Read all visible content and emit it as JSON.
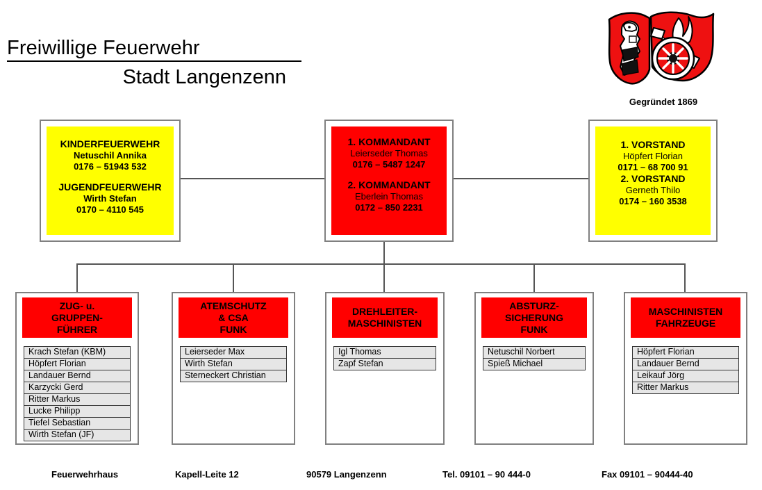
{
  "header": {
    "title_line1": "Freiwillige Feuerwehr",
    "title_line2": "Stadt Langenzenn",
    "crest_caption": "Gegründet 1869",
    "crest_colors": {
      "field": "#ee1111",
      "outline": "#000000",
      "metal": "#ffffff"
    }
  },
  "colors": {
    "yellow": "#ffff00",
    "red": "#ff0000",
    "member_cell": "#e6e6e6",
    "frame": "#808080",
    "line": "#555555"
  },
  "top_boxes": [
    {
      "name": "kinderfeuerwehr-jugendfeuerwehr",
      "fill": "yellow",
      "entries": [
        {
          "title": "KINDERFEUERWEHR",
          "person": "Netuschil Annika",
          "phone": "0176 – 51943 532",
          "person_bold": true,
          "gap_after": true
        },
        {
          "title": "JUGENDFEUERWEHR",
          "person": "Wirth Stefan",
          "phone": "0170 – 4110 545",
          "person_bold": true,
          "gap_after": false
        }
      ]
    },
    {
      "name": "kommandanten",
      "fill": "red",
      "entries": [
        {
          "title": "1. KOMMANDANT",
          "person": "Leierseder Thomas",
          "phone": "0176 – 5487 1247",
          "person_bold": false,
          "gap_after": true
        },
        {
          "title": "2. KOMMANDANT",
          "person": "Eberlein Thomas",
          "phone": "0172 – 850 2231",
          "person_bold": false,
          "gap_after": false
        }
      ]
    },
    {
      "name": "vorstand",
      "fill": "yellow",
      "entries": [
        {
          "title": "1. VORSTAND",
          "person": "Höpfert Florian",
          "phone": "0171 – 68 700 91",
          "person_bold": false,
          "gap_after": false
        },
        {
          "title": "2. VORSTAND",
          "person": "Gerneth Thilo",
          "phone": "0174 – 160 3538",
          "person_bold": false,
          "gap_after": false
        }
      ]
    }
  ],
  "groups": [
    {
      "name": "zug-und-gruppenfuehrer",
      "heading": "ZUG- u.\nGRUPPEN-\nFÜHRER",
      "members": [
        "Krach Stefan (KBM)",
        "Höpfert Florian",
        "Landauer Bernd",
        "Karzycki Gerd",
        "Ritter Markus",
        "Lucke Philipp",
        "Tiefel Sebastian",
        "Wirth Stefan (JF)"
      ]
    },
    {
      "name": "atemschutz-csa-funk",
      "heading": "ATEMSCHUTZ\n& CSA\nFUNK",
      "members": [
        "Leierseder Max",
        "Wirth Stefan",
        "Sterneckert Christian"
      ]
    },
    {
      "name": "drehleiter-maschinisten",
      "heading": "DREHLEITER-\nMASCHINISTEN",
      "members": [
        "Igl Thomas",
        "Zapf Stefan"
      ]
    },
    {
      "name": "absturzsicherung-funk",
      "heading": "ABSTURZ-\nSICHERUNG\nFUNK",
      "members": [
        "Netuschil Norbert",
        "Spieß Michael"
      ]
    },
    {
      "name": "maschinisten-fahrzeuge",
      "heading": "MASCHINISTEN\nFAHRZEUGE",
      "members": [
        "Höpfert Florian",
        "Landauer Bernd",
        "Leikauf Jörg",
        "Ritter Markus"
      ]
    }
  ],
  "footer": [
    "Feuerwehrhaus",
    "Kapell-Leite 12",
    "90579 Langenzenn",
    "Tel. 09101 – 90 444-0",
    "Fax 09101 – 90444-40"
  ]
}
